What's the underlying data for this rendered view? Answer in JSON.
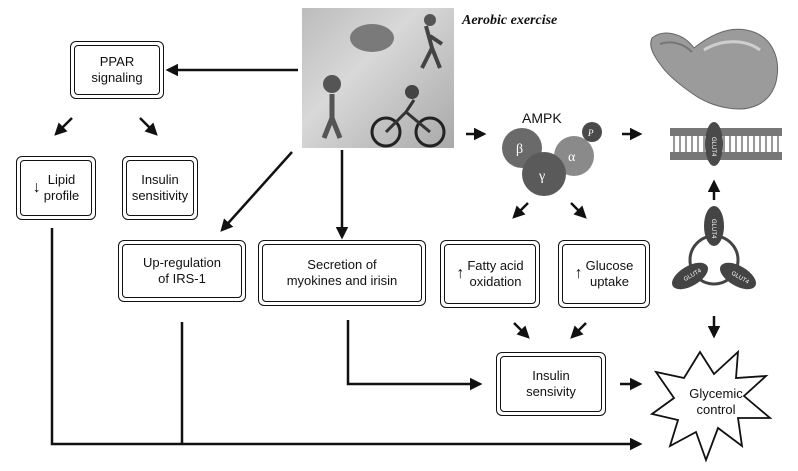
{
  "header": {
    "exercise_label": "Aerobic exercise"
  },
  "ampk": {
    "label": "AMPK",
    "subunits": [
      "β",
      "γ",
      "α",
      "P"
    ]
  },
  "boxes": {
    "ppar": "PPAR\nsignaling",
    "lipid": "Lipid\nprofile",
    "insulin_sens": "Insulin\nsensitivity",
    "irs1": "Up-regulation\nof IRS-1",
    "myokines": "Secretion of\nmyokines and irisin",
    "fatty": "Fatty acid\noxidation",
    "glucose": "Glucose\nuptake",
    "insulin_sensivity": "Insulin\nsensivity"
  },
  "indicators": {
    "down": "↓",
    "up": "↑"
  },
  "glycemic": "Glycemic\ncontrol",
  "glut": {
    "label": "GLUT4"
  }
}
